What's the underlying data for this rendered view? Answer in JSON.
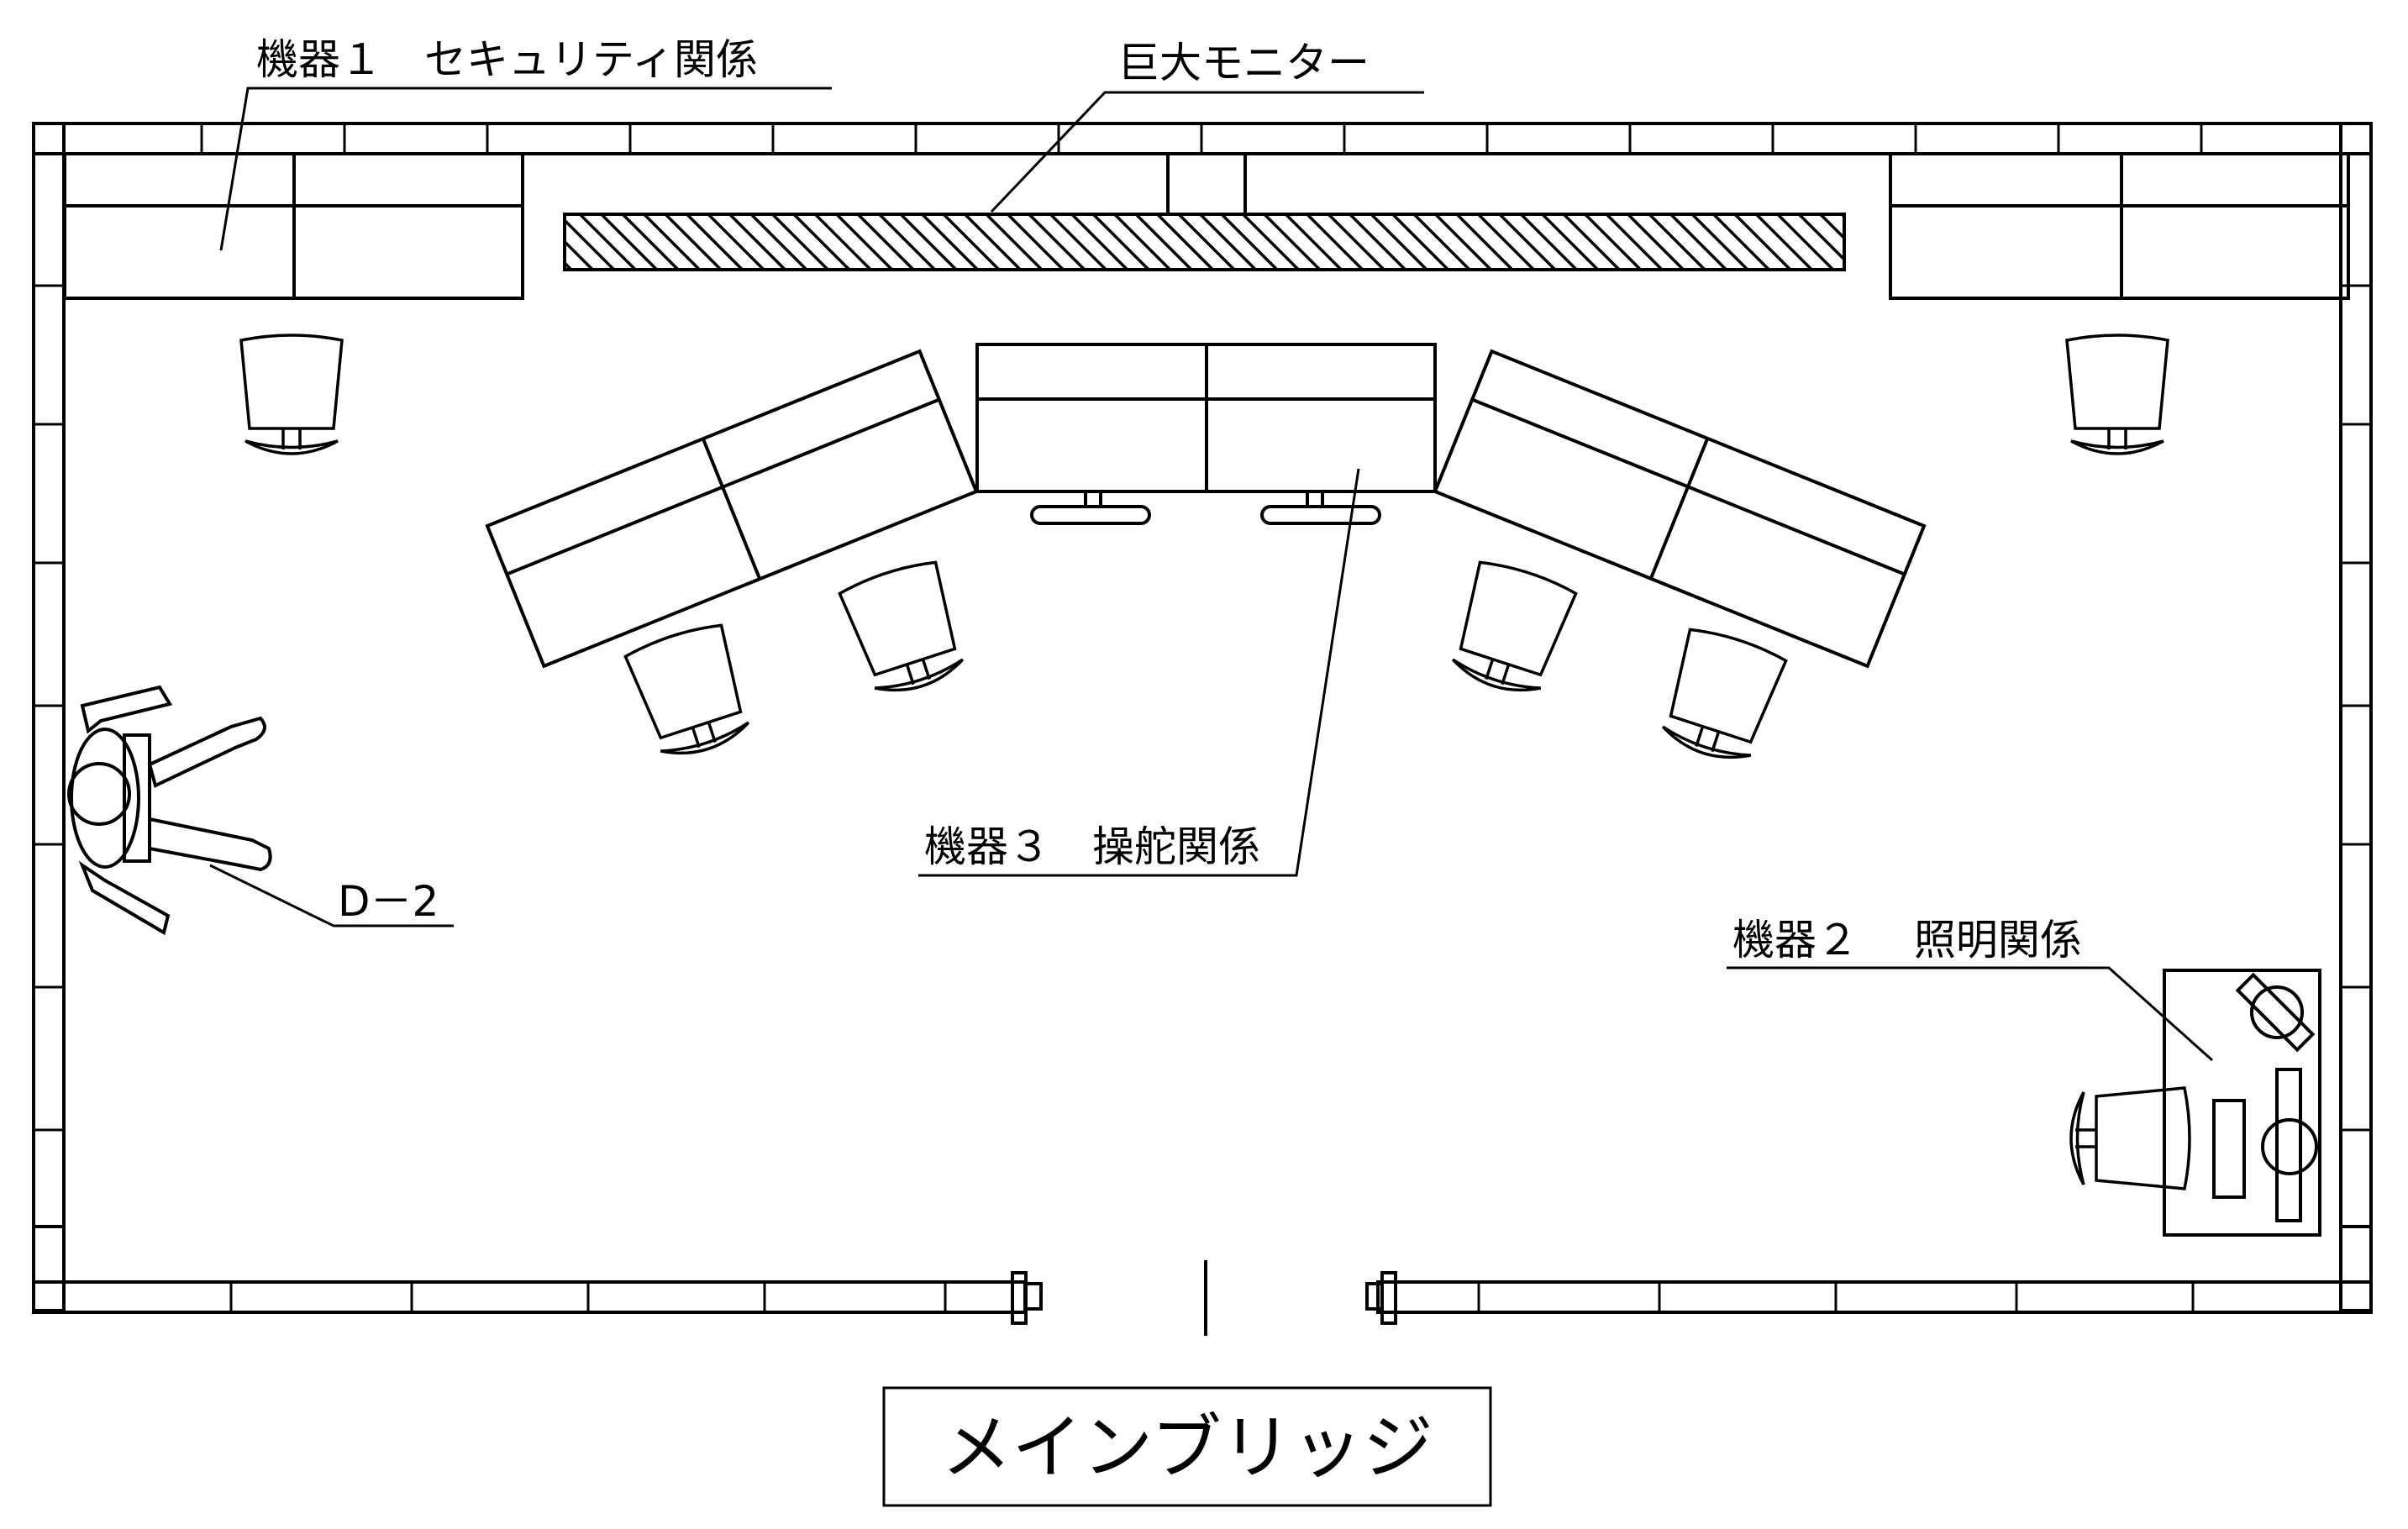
{
  "labels": {
    "equipment1": "機器１　セキュリティ関係",
    "monitor": "巨大モニター",
    "equipment3": "機器３　操舵関係",
    "equipment2": "機器２　 照明関係",
    "person": "D－2",
    "title": "メインブリッジ"
  },
  "colors": {
    "line": "#000000",
    "background": "#ffffff"
  }
}
